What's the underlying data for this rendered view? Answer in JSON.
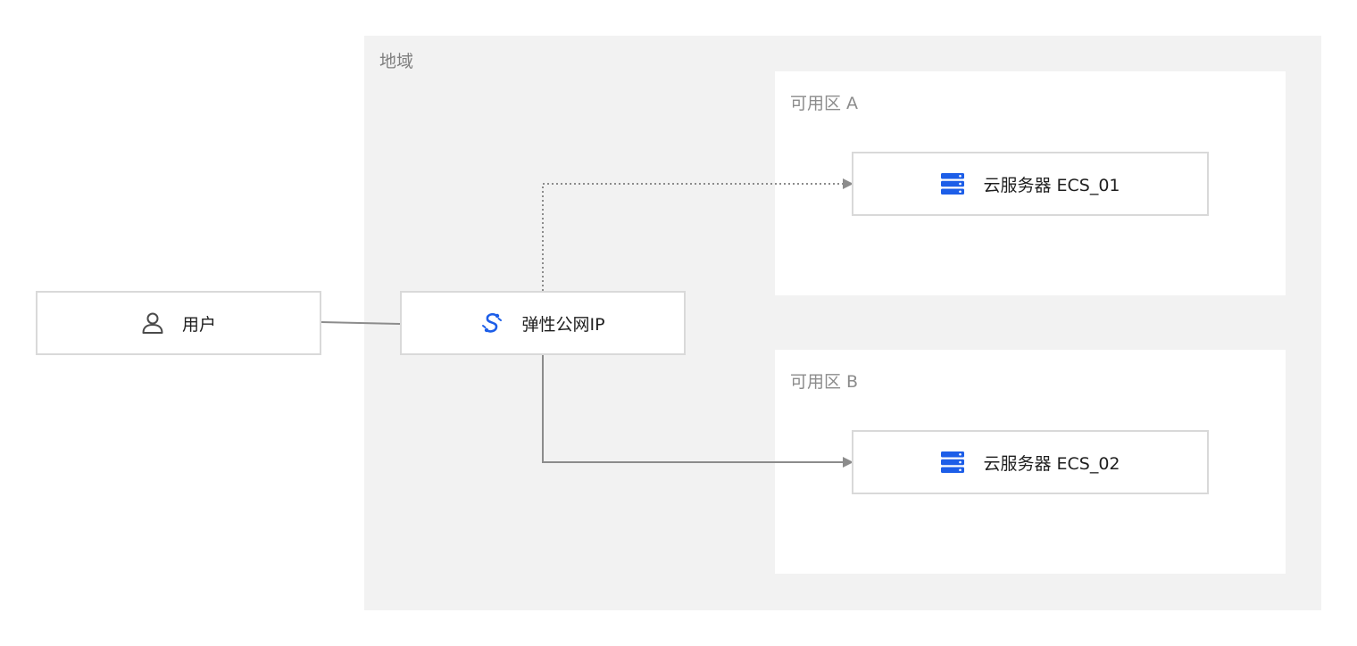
{
  "region": {
    "label": "地域"
  },
  "zones": {
    "a": {
      "label": "可用区 A"
    },
    "b": {
      "label": "可用区 B"
    }
  },
  "nodes": {
    "user": {
      "label": "用户",
      "icon": "user-icon"
    },
    "eip": {
      "label": "弹性公网IP",
      "icon": "elastic-ip-icon"
    },
    "ecs1": {
      "label": "云服务器 ECS_01",
      "icon": "server-icon"
    },
    "ecs2": {
      "label": "云服务器 ECS_02",
      "icon": "server-icon"
    }
  },
  "colors": {
    "accent": "#1d5ee8",
    "line": "#8c8c8c",
    "region_bg": "#f2f2f2",
    "node_border": "#d9d9d9"
  },
  "connectors": [
    {
      "from": "user",
      "to": "eip",
      "style": "solid",
      "arrow": false
    },
    {
      "from": "eip",
      "to": "ecs1",
      "style": "dotted",
      "arrow": true
    },
    {
      "from": "eip",
      "to": "ecs2",
      "style": "solid",
      "arrow": true
    }
  ]
}
